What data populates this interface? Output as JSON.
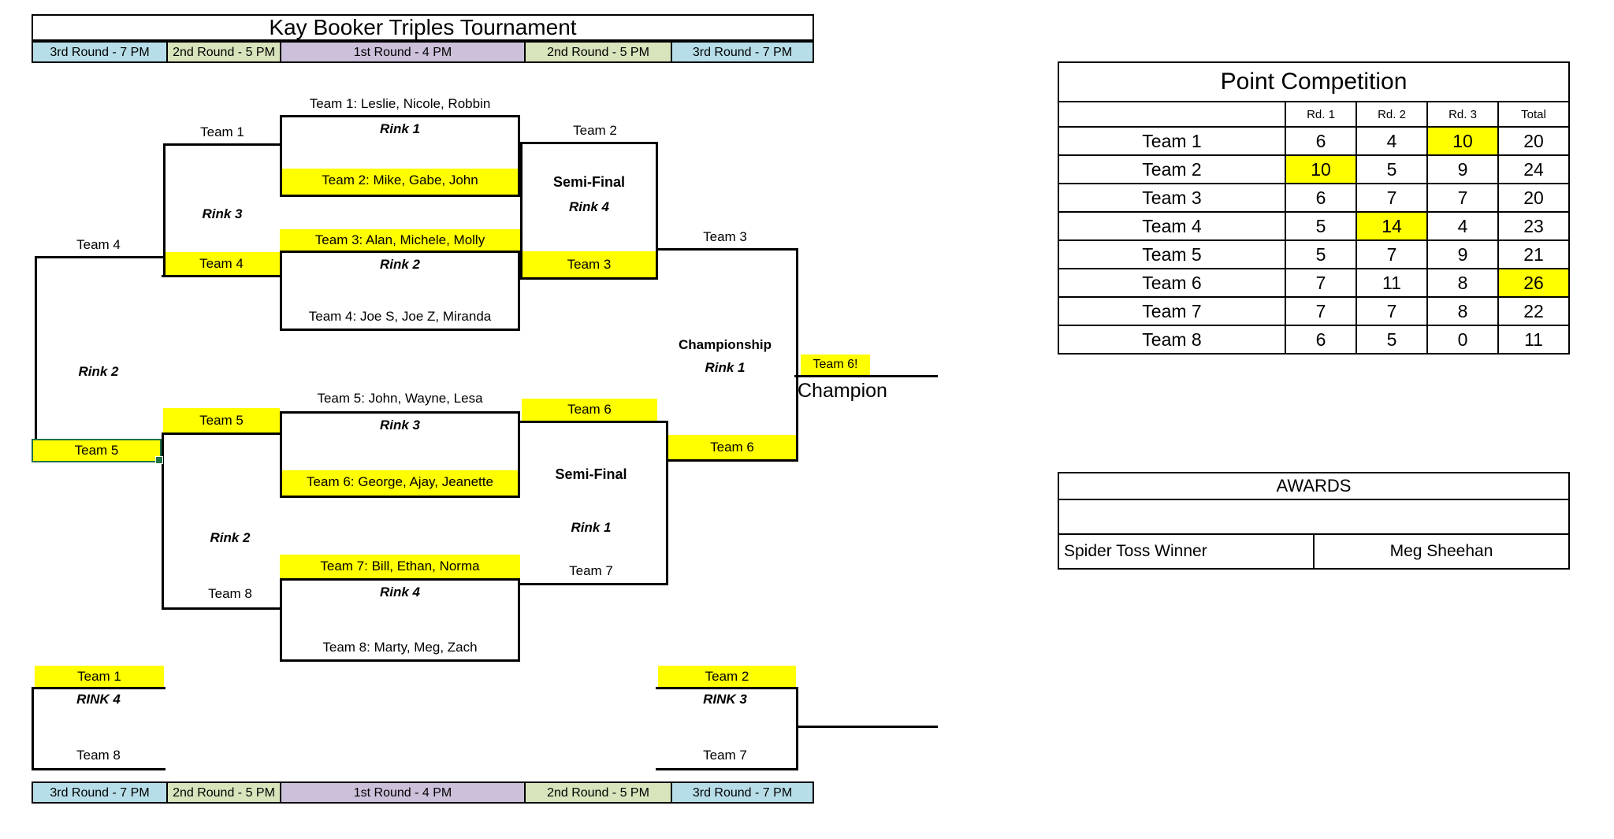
{
  "app": {
    "title": "Kay Booker Triples Tournament"
  },
  "colors": {
    "highlight": "#FFFF00",
    "round_3rd": "#B7DEE8",
    "round_2nd": "#D8E4BC",
    "round_1st": "#CCC0DA",
    "selection_border": "#217346",
    "line": "#000000"
  },
  "rounds": {
    "labels": [
      "3rd Round - 7 PM",
      "2nd Round - 5 PM",
      "1st Round - 4 PM",
      "2nd Round - 5 PM",
      "3rd Round - 7 PM"
    ]
  },
  "bracket": {
    "matches": [
      {
        "top": "Team 1: Leslie, Nicole, Robbin",
        "rink": "Rink 1",
        "bottom": "Team 2: Mike, Gabe, John"
      },
      {
        "top": "Team 3: Alan, Michele, Molly",
        "rink": "Rink 2",
        "bottom": "Team 4: Joe S, Joe Z, Miranda"
      },
      {
        "top": "Team 5: John, Wayne, Lesa",
        "rink": "Rink 3",
        "bottom": "Team 6: George, Ajay, Jeanette"
      },
      {
        "top": "Team 7: Bill, Ethan, Norma",
        "rink": "Rink 4",
        "bottom": "Team 8: Marty, Meg, Zach"
      }
    ],
    "left": {
      "team1": "Team 1",
      "rink3": "Rink 3",
      "team4_winner": "Team 4",
      "team4": "Team 4",
      "rink2_upper": "Rink 2",
      "team5_selected": "Team 5",
      "team5_winner": "Team 5",
      "rink2_lower": "Rink 2",
      "team8": "Team 8"
    },
    "right": {
      "team2": "Team 2",
      "semifinal_upper": {
        "title": "Semi-Final",
        "rink": "Rink 4",
        "winner": "Team 3"
      },
      "team3": "Team 3",
      "team6_winner_col": "Team 6",
      "semifinal_lower": {
        "title": "Semi-Final",
        "rink": "Rink 1",
        "winner": "Team 6"
      },
      "team7": "Team 7"
    },
    "championship": {
      "title": "Championship",
      "rink": "Rink 1",
      "winner_tag": "Team 6!",
      "caption": "Champion"
    },
    "consolation_left": {
      "top": "Team 1",
      "rink": "RINK 4",
      "bottom": "Team 8"
    },
    "consolation_right": {
      "top": "Team 2",
      "rink": "RINK 3",
      "bottom": "Team 7"
    }
  },
  "points": {
    "title": "Point Competition",
    "headers": {
      "team": "",
      "rd1": "Rd. 1",
      "rd2": "Rd. 2",
      "rd3": "Rd. 3",
      "total": "Total"
    },
    "rows": [
      {
        "team": "Team 1",
        "r1": "6",
        "r2": "4",
        "r3": "10",
        "total": "20",
        "highlight": "r3"
      },
      {
        "team": "Team 2",
        "r1": "10",
        "r2": "5",
        "r3": "9",
        "total": "24",
        "highlight": "r1"
      },
      {
        "team": "Team 3",
        "r1": "6",
        "r2": "7",
        "r3": "7",
        "total": "20",
        "highlight": ""
      },
      {
        "team": "Team 4",
        "r1": "5",
        "r2": "14",
        "r3": "4",
        "total": "23",
        "highlight": "r2"
      },
      {
        "team": "Team 5",
        "r1": "5",
        "r2": "7",
        "r3": "9",
        "total": "21",
        "highlight": ""
      },
      {
        "team": "Team 6",
        "r1": "7",
        "r2": "11",
        "r3": "8",
        "total": "26",
        "highlight": "total"
      },
      {
        "team": "Team 7",
        "r1": "7",
        "r2": "7",
        "r3": "8",
        "total": "22",
        "highlight": ""
      },
      {
        "team": "Team 8",
        "r1": "6",
        "r2": "5",
        "r3": "0",
        "total": "11",
        "highlight": ""
      }
    ]
  },
  "awards": {
    "title": "AWARDS",
    "rows": [
      {
        "label": "Spider Toss Winner",
        "value": "Meg Sheehan"
      }
    ]
  }
}
